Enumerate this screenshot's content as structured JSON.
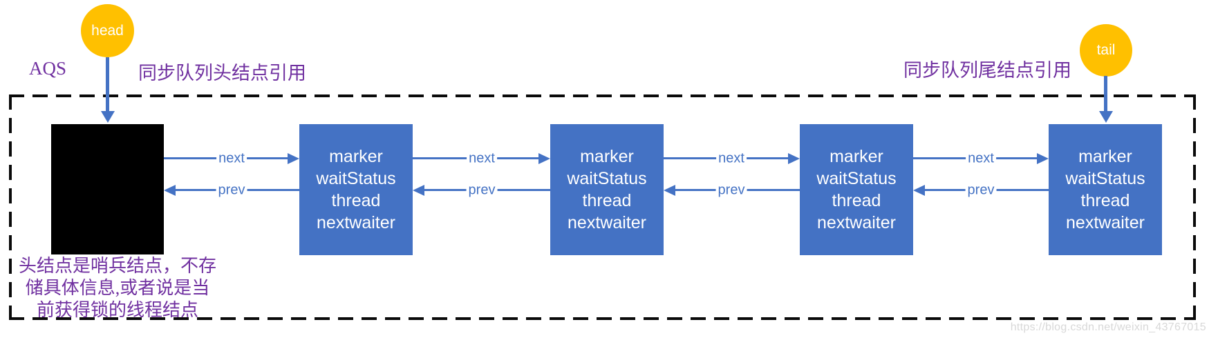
{
  "colors": {
    "node_blue": "#4472C4",
    "badge_yellow": "#FFC000",
    "label_purple": "#7030A0",
    "sentinel_black": "#000000",
    "boundary_black": "#0A0A0A",
    "watermark_gray": "#D8D8D8"
  },
  "badges": {
    "head": "head",
    "tail": "tail"
  },
  "labels": {
    "aqs": "AQS",
    "head_ref": "同步队列头结点引用",
    "tail_ref": "同步队列尾结点引用"
  },
  "node_fields": [
    "marker",
    "waitStatus",
    "thread",
    "nextwaiter"
  ],
  "edge_labels": {
    "next": "next",
    "prev": "prev"
  },
  "sentinel_note": {
    "line1": "头结点是哨兵结点，不存",
    "line2": "储具体信息,或者说是当",
    "line3": "前获得锁的线程结点"
  },
  "watermark": "https://blog.csdn.net/weixin_43767015"
}
